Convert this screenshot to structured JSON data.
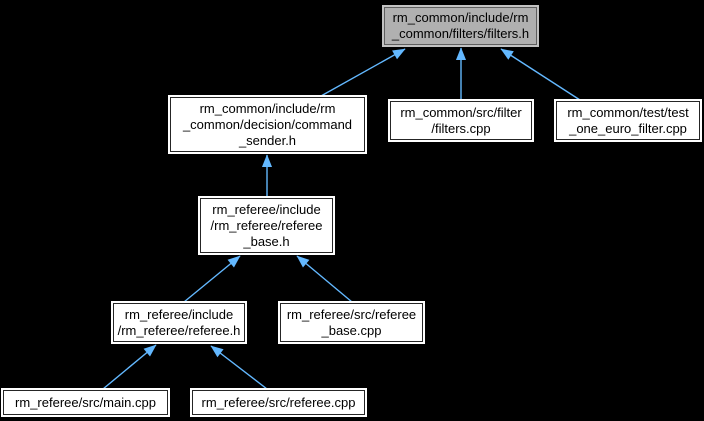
{
  "diagram": {
    "kind": "doxygen-include-dependency-graph",
    "background_color": "#000000",
    "edge_color": "#63b8ff",
    "node_fill": "#ffffff",
    "highlighted_node_fill": "#b0b0b0",
    "text_color": "#000000",
    "nodes": [
      {
        "id": "filters-h",
        "highlighted": true,
        "label": [
          "rm_common/include/rm",
          "_common/filters/filters.h"
        ]
      },
      {
        "id": "command-sender-h",
        "highlighted": false,
        "label": [
          "rm_common/include/rm",
          "_common/decision/command",
          "_sender.h"
        ]
      },
      {
        "id": "filters-cpp",
        "highlighted": false,
        "label": [
          "rm_common/src/filter",
          "/filters.cpp"
        ]
      },
      {
        "id": "test-one-euro-filter-cpp",
        "highlighted": false,
        "label": [
          "rm_common/test/test",
          "_one_euro_filter.cpp"
        ]
      },
      {
        "id": "referee-base-h",
        "highlighted": false,
        "label": [
          "rm_referee/include",
          "/rm_referee/referee",
          "_base.h"
        ]
      },
      {
        "id": "referee-h",
        "highlighted": false,
        "label": [
          "rm_referee/include",
          "/rm_referee/referee.h"
        ]
      },
      {
        "id": "referee-base-cpp",
        "highlighted": false,
        "label": [
          "rm_referee/src/referee",
          "_base.cpp"
        ]
      },
      {
        "id": "main-cpp",
        "highlighted": false,
        "label": [
          "rm_referee/src/main.cpp"
        ]
      },
      {
        "id": "referee-cpp",
        "highlighted": false,
        "label": [
          "rm_referee/src/referee.cpp"
        ]
      }
    ],
    "edges": [
      {
        "from": "command-sender-h",
        "to": "filters-h"
      },
      {
        "from": "filters-cpp",
        "to": "filters-h"
      },
      {
        "from": "test-one-euro-filter-cpp",
        "to": "filters-h"
      },
      {
        "from": "referee-base-h",
        "to": "command-sender-h"
      },
      {
        "from": "referee-h",
        "to": "referee-base-h"
      },
      {
        "from": "referee-base-cpp",
        "to": "referee-base-h"
      },
      {
        "from": "main-cpp",
        "to": "referee-h"
      },
      {
        "from": "referee-cpp",
        "to": "referee-h"
      }
    ]
  }
}
